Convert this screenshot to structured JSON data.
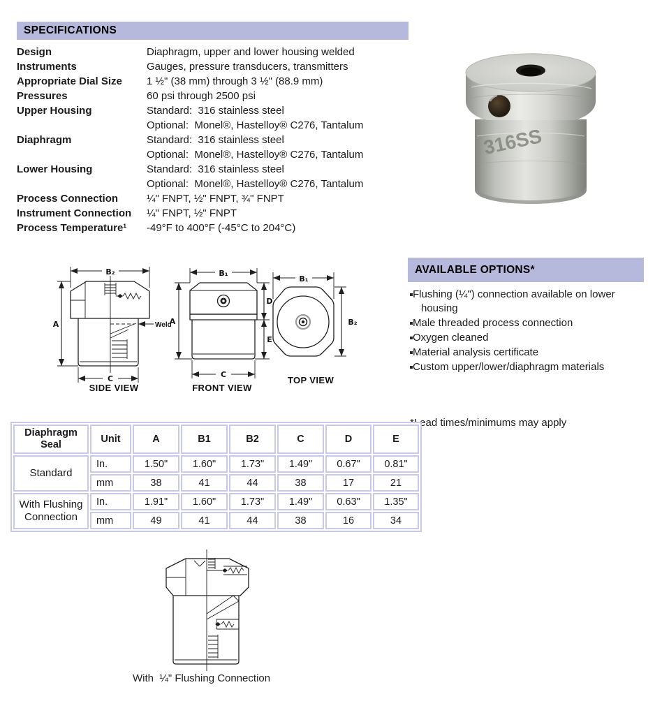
{
  "specifications": {
    "title": "SPECIFICATIONS",
    "rows": [
      {
        "label": "Design",
        "value": "Diaphragm, upper and lower housing welded"
      },
      {
        "label": "Instruments",
        "value": "Gauges, pressure transducers, transmitters"
      },
      {
        "label": "Appropriate Dial Size",
        "value": "1 ½\" (38 mm) through 3 ½\" (88.9 mm)"
      },
      {
        "label": "Pressures",
        "value": "60 psi through 2500 psi"
      },
      {
        "label": "Upper Housing",
        "value": "Standard:  316 stainless steel"
      },
      {
        "label": "",
        "value": "Optional:  Monel®, Hastelloy® C276, Tantalum"
      },
      {
        "label": "Diaphragm",
        "value": "Standard:  316 stainless steel"
      },
      {
        "label": "",
        "value": "Optional:  Monel®, Hastelloy® C276, Tantalum"
      },
      {
        "label": "Lower Housing",
        "value": "Standard:  316 stainless steel"
      },
      {
        "label": "",
        "value": "Optional:  Monel®, Hastelloy® C276, Tantalum"
      },
      {
        "label": "Process Connection",
        "value": "¼\" FNPT, ½\" FNPT, ¾\" FNPT"
      },
      {
        "label": "Instrument Connection",
        "value": "¼\" FNPT, ½\" FNPT"
      },
      {
        "label": "Process Temperature¹",
        "value": "-49°F to 400°F (-45°C to 204°C)"
      }
    ]
  },
  "photo": {
    "engraving": "316SS"
  },
  "drawings": {
    "side": {
      "caption": "SIDE VIEW",
      "dim_top": "B₂",
      "dim_left": "A",
      "dim_bottom": "C",
      "weld_label": "Weld"
    },
    "front": {
      "caption": "FRONT VIEW",
      "dim_top": "B₁",
      "dim_left": "A",
      "dim_right_top": "D",
      "dim_right_bottom": "E",
      "dim_bottom": "C"
    },
    "top": {
      "caption": "TOP VIEW",
      "dim_top": "B₁",
      "dim_right": "B₂"
    },
    "flushing": {
      "caption": "With  ¼\" Flushing Connection"
    }
  },
  "options": {
    "title": "AVAILABLE OPTIONS*",
    "items": [
      "Flushing (¼\") connection available on lower housing",
      "Male threaded process connection",
      "Oxygen cleaned",
      "Material analysis certificate",
      "Custom upper/lower/diaphragm materials"
    ],
    "footnote": "*Lead times/minimums may apply"
  },
  "table": {
    "headers": [
      "Diaphragm Seal",
      "Unit",
      "A",
      "B1",
      "B2",
      "C",
      "D",
      "E"
    ],
    "groups": [
      {
        "name": "Standard",
        "rows": [
          {
            "unit": "In.",
            "values": [
              "1.50\"",
              "1.60\"",
              "1.73\"",
              "1.49\"",
              "0.67\"",
              "0.81\""
            ]
          },
          {
            "unit": "mm",
            "values": [
              "38",
              "41",
              "44",
              "38",
              "17",
              "21"
            ]
          }
        ]
      },
      {
        "name": "With Flushing Connection",
        "rows": [
          {
            "unit": "In.",
            "values": [
              "1.91\"",
              "1.60\"",
              "1.73\"",
              "1.49\"",
              "0.63\"",
              "1.35\""
            ]
          },
          {
            "unit": "mm",
            "values": [
              "49",
              "41",
              "44",
              "38",
              "16",
              "34"
            ]
          }
        ]
      }
    ]
  },
  "colors": {
    "banner_bg": "#b6b8dc",
    "table_border": "#c7c9e7",
    "text": "#1b1b1b"
  }
}
